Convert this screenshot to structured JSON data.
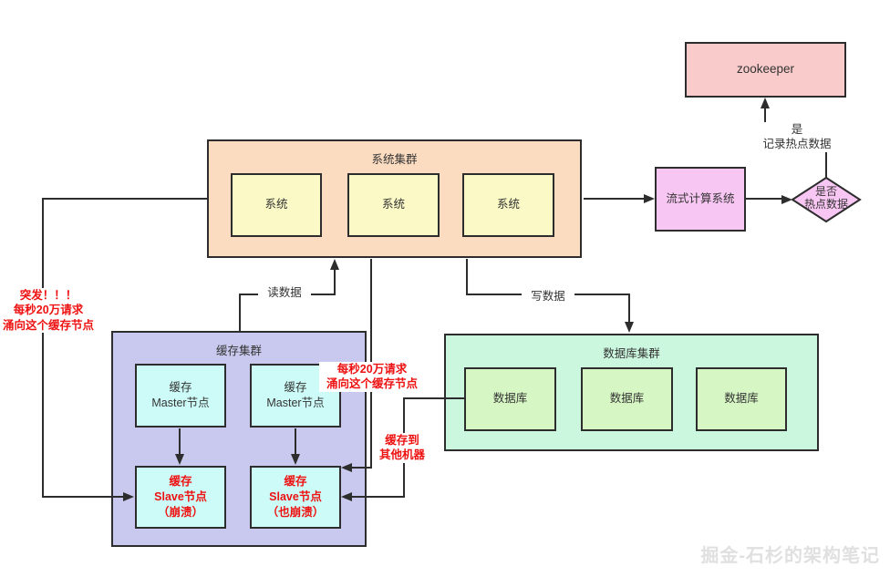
{
  "nodes": {
    "zookeeper": {
      "label": "zookeeper"
    },
    "system_cluster": {
      "title": "系统集群",
      "items": [
        "系统",
        "系统",
        "系统"
      ]
    },
    "stream_system": {
      "label": "流式计算系统"
    },
    "decision": {
      "l1": "是否",
      "l2": "热点数据"
    },
    "cache_cluster": {
      "title": "缓存集群",
      "masters": [
        {
          "l1": "缓存",
          "l2": "Master节点"
        },
        {
          "l1": "缓存",
          "l2": "Master节点"
        }
      ],
      "slaves": [
        {
          "l1": "缓存",
          "l2": "Slave节点",
          "l3": "（崩溃）"
        },
        {
          "l1": "缓存",
          "l2": "Slave节点",
          "l3": "（也崩溃）"
        }
      ]
    },
    "db_cluster": {
      "title": "数据库集群",
      "items": [
        "数据库",
        "数据库",
        "数据库"
      ]
    }
  },
  "edge_labels": {
    "read_data": "读数据",
    "write_data": "写数据",
    "yes_record": {
      "l1": "是",
      "l2": "记录热点数据"
    }
  },
  "annotations": {
    "burst": {
      "l1": "突发！！！",
      "l2": "每秒20万请求",
      "l3": "涌向这个缓存节点"
    },
    "flood": {
      "l1": "每秒20万请求",
      "l2": "涌向这个缓存节点"
    },
    "cache_to_other": {
      "l1": "缓存到",
      "l2": "其他机器"
    },
    "watermark": "掘金-石杉的架构笔记"
  },
  "colors": {
    "line": "#2d2d2d",
    "text": "#333333",
    "annotation_red": "#ee1111",
    "zookeeper_fill": "#f9cbca",
    "system_cluster_fill": "#fbdcc0",
    "system_box_fill": "#fbfac6",
    "stream_fill": "#f8c6f3",
    "decision_fill": "#f8c6f3",
    "cache_cluster_fill": "#c9c9ef",
    "cache_box_fill": "#cdfcf8",
    "db_cluster_fill": "#cbf7de",
    "db_box_fill": "#d6f6c3",
    "watermark_gray": "#e0e0e0"
  }
}
